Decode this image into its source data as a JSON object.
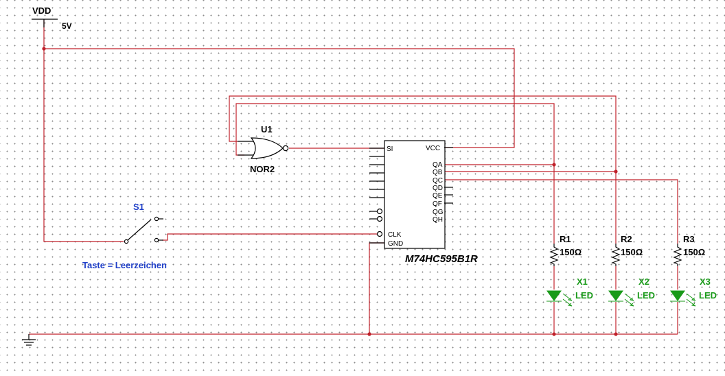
{
  "schematic": {
    "vdd": {
      "name": "VDD",
      "voltage": "5V"
    },
    "gate": {
      "ref": "U1",
      "type": "NOR2"
    },
    "switch": {
      "ref": "S1",
      "key_label": "Taste = Leerzeichen"
    },
    "ic": {
      "part": "M74HC595B1R",
      "left_pins": [
        "SI",
        "CLK",
        "GND"
      ],
      "right_pins": [
        "VCC",
        "QA",
        "QB",
        "QC",
        "QD",
        "QE",
        "QF",
        "QG",
        "QH"
      ]
    },
    "resistors": [
      {
        "ref": "R1",
        "value": "150Ω"
      },
      {
        "ref": "R2",
        "value": "150Ω"
      },
      {
        "ref": "R3",
        "value": "150Ω"
      }
    ],
    "leds": [
      {
        "ref": "X1",
        "type": "LED"
      },
      {
        "ref": "X2",
        "type": "LED"
      },
      {
        "ref": "X3",
        "type": "LED"
      }
    ]
  },
  "colors": {
    "wire": "#c0202a",
    "component": "#000000",
    "label_blue": "#1f3fc8",
    "led_green": "#1a9a1a"
  }
}
